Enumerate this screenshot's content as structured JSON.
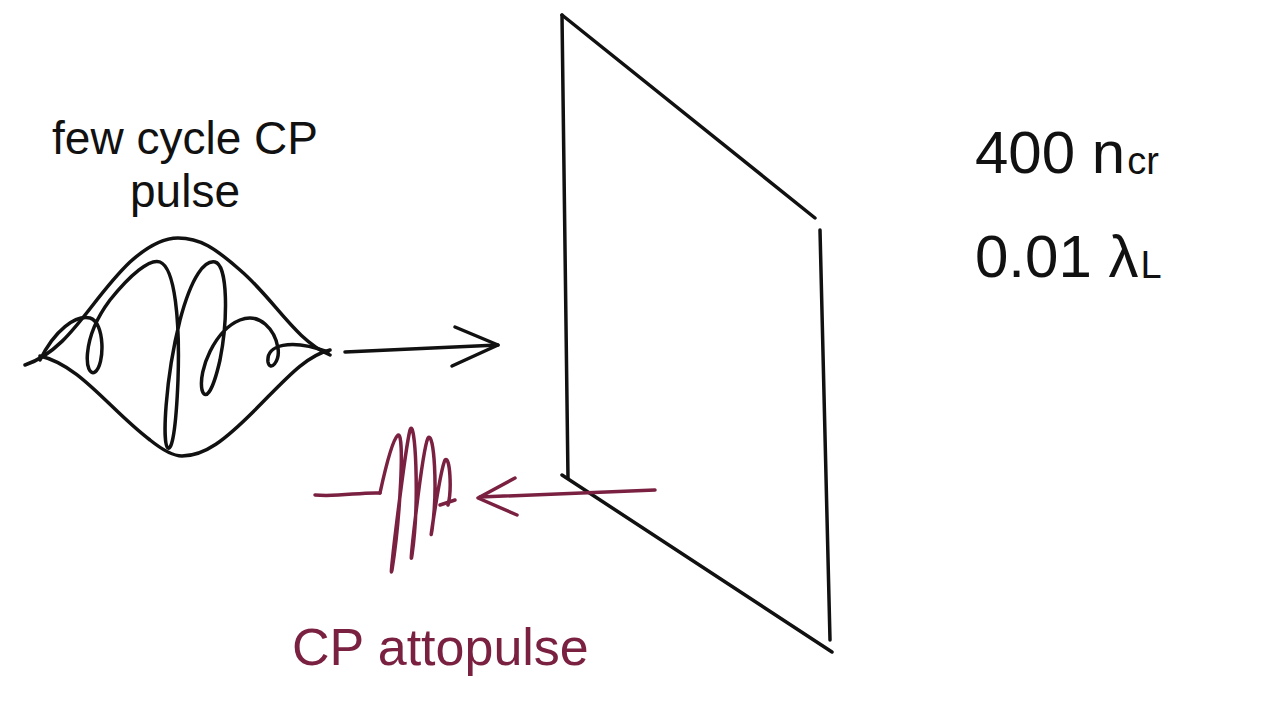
{
  "diagram": {
    "labels": [
      "few cycle CP pulse",
      "400 n",
      "cr",
      "0.01 λ",
      "L",
      "CP attopulse"
    ]
  }
}
